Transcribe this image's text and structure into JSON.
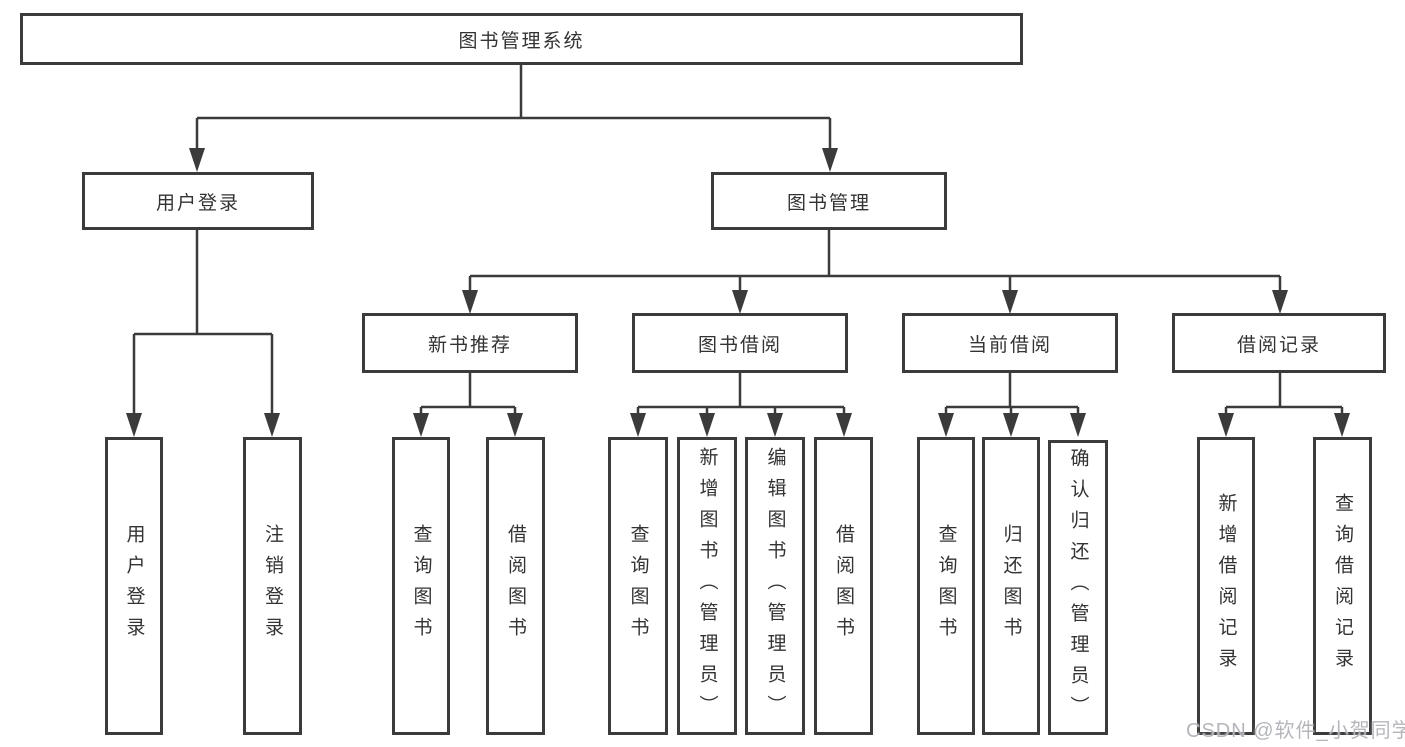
{
  "diagram": {
    "root": "图书管理系统",
    "branches": [
      {
        "label": "用户登录",
        "children": [
          {
            "label": "用户登录"
          },
          {
            "label": "注销登录"
          }
        ]
      },
      {
        "label": "图书管理",
        "children": [
          {
            "label": "新书推荐",
            "children": [
              {
                "label": "查询图书"
              },
              {
                "label": "借阅图书"
              }
            ]
          },
          {
            "label": "图书借阅",
            "children": [
              {
                "label": "查询图书"
              },
              {
                "label": "新增图书（管理员）"
              },
              {
                "label": "编辑图书（管理员）"
              },
              {
                "label": "借阅图书"
              }
            ]
          },
          {
            "label": "当前借阅",
            "children": [
              {
                "label": "查询图书"
              },
              {
                "label": "归还图书"
              },
              {
                "label": "确认归还（管理员）"
              }
            ]
          },
          {
            "label": "借阅记录",
            "children": [
              {
                "label": "新增借阅记录"
              },
              {
                "label": "查询借阅记录"
              }
            ]
          }
        ]
      }
    ]
  },
  "watermark": {
    "text": "CSDN @软件_小贺同学"
  },
  "colors": {
    "line": "#3b3b3b",
    "text": "#333333",
    "background": "#ffffff",
    "watermark": "#b0b2b8"
  }
}
